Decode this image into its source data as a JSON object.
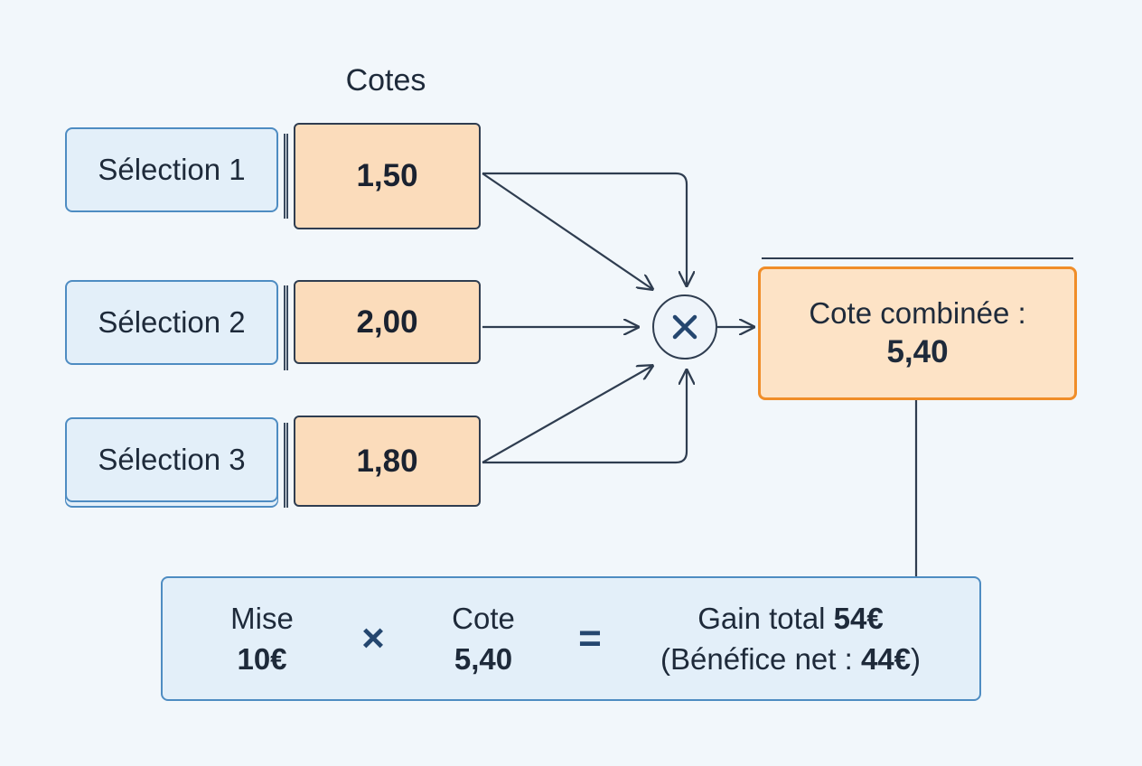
{
  "header": {
    "odds_title": "Cotes"
  },
  "selections": [
    {
      "label": "Sélection 1",
      "odds": "1,50"
    },
    {
      "label": "Sélection 2",
      "odds": "2,00"
    },
    {
      "label": "Sélection 3",
      "odds": "1,80"
    }
  ],
  "operator": {
    "icon": "multiply-icon"
  },
  "combined": {
    "label": "Cote combinée :",
    "value": "5,40"
  },
  "calculation": {
    "stake_label": "Mise",
    "stake_value": "10€",
    "times_symbol": "×",
    "odds_label": "Cote",
    "odds_value": "5,40",
    "equals_symbol": "=",
    "gain_label": "Gain total",
    "gain_value": "54€",
    "net_prefix": "(Bénéfice net : ",
    "net_value": "44€",
    "net_suffix": ")"
  },
  "colors": {
    "selection_fill": "#e3eff9",
    "selection_border": "#4e8cc2",
    "odds_fill": "#fbdcbb",
    "combined_border": "#f08d28",
    "line": "#2f3d50"
  }
}
